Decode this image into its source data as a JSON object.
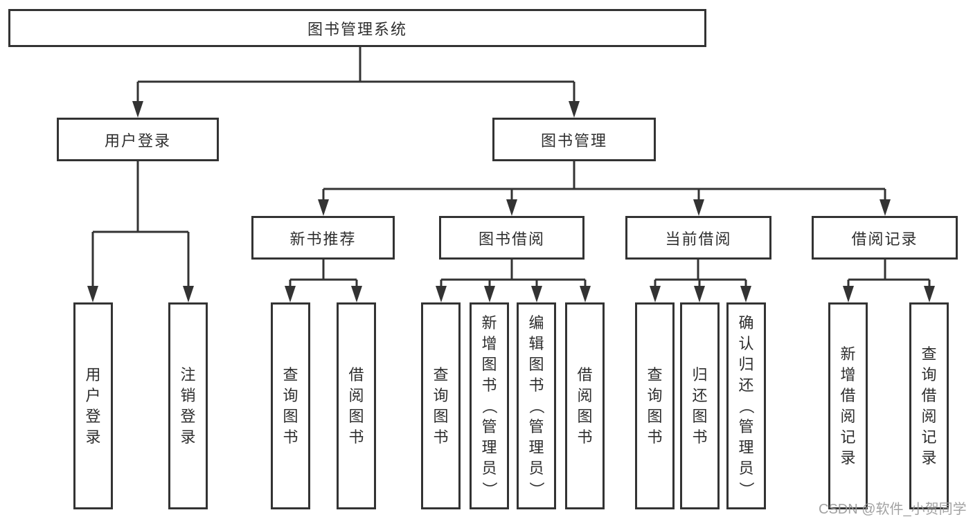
{
  "diagram": {
    "type": "hierarchy-tree",
    "colors": {
      "line": "#333333",
      "border": "#333333",
      "text": "#2e2e2e",
      "background": "#ffffff",
      "watermark": "#9b9b9b"
    },
    "nodes": {
      "root": "图书管理系统",
      "user_login": "用户登录",
      "book_management": "图书管理",
      "new_book_recommend": "新书推荐",
      "book_borrowing": "图书借阅",
      "current_borrowing": "当前借阅",
      "borrowing_records": "借阅记录",
      "leaves": {
        "a1": "用户登录",
        "a2": "注销登录",
        "b1": "查询图书",
        "b2": "借阅图书",
        "c1": "查询图书",
        "c2": "新增图书（管理员）",
        "c3": "编辑图书（管理员）",
        "c4": "借阅图书",
        "d1": "查询图书",
        "d2": "归还图书",
        "d3": "确认归还（管理员）",
        "e1": "新增借阅记录",
        "e2": "查询借阅记录"
      }
    },
    "watermark": "CSDN @软件_小贺同学"
  }
}
